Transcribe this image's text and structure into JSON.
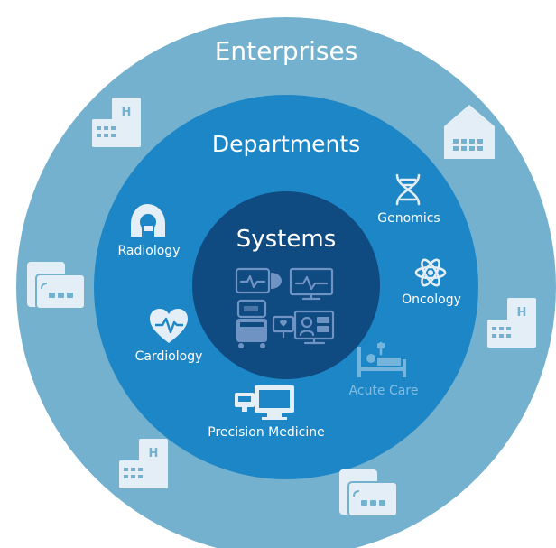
{
  "rings": {
    "outer": {
      "label": "Enterprises",
      "color": "#74b1cf"
    },
    "middle": {
      "label": "Departments",
      "color": "#1d86c6"
    },
    "inner": {
      "label": "Systems",
      "color": "#0f4a80"
    }
  },
  "departments": [
    {
      "key": "radiology",
      "label": "Radiology",
      "icon": "radiology-scanner-icon"
    },
    {
      "key": "genomics",
      "label": "Genomics",
      "icon": "dna-icon"
    },
    {
      "key": "oncology",
      "label": "Oncology",
      "icon": "atom-icon"
    },
    {
      "key": "cardiology",
      "label": "Cardiology",
      "icon": "heart-pulse-icon"
    },
    {
      "key": "acute_care",
      "label": "Acute Care",
      "icon": "hospital-bed-icon"
    },
    {
      "key": "precision_medicine",
      "label": "Precision Medicine",
      "icon": "monitor-computer-icon"
    }
  ],
  "enterprise_icons": [
    "hospital-building-icon",
    "house-building-icon",
    "clinic-building-icon",
    "hospital-building-icon",
    "hospital-building-icon",
    "clinic-building-icon"
  ],
  "system_icons": [
    "patient-monitor-icon",
    "vital-signs-monitor-icon",
    "ultrasound-cart-icon",
    "imaging-workstation-icon"
  ]
}
